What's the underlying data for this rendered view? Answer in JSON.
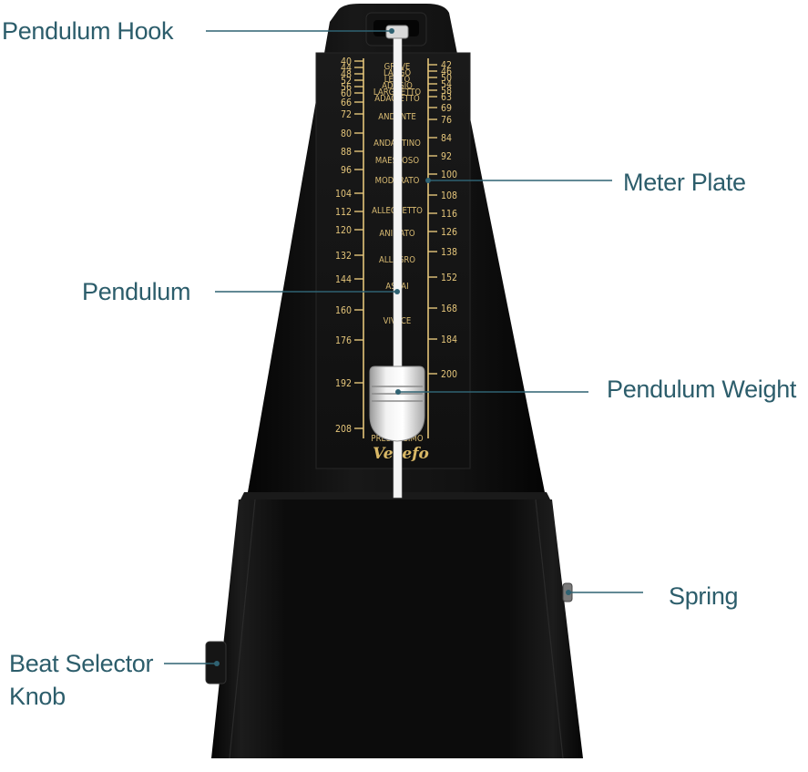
{
  "callouts": {
    "pendulum_hook": "Pendulum Hook",
    "meter_plate": "Meter Plate",
    "pendulum": "Pendulum",
    "pendulum_weight": "Pendulum Weight",
    "spring": "Spring",
    "beat_selector_knob_line1": "Beat Selector",
    "beat_selector_knob_line2": "Knob"
  },
  "brand": "Vevefo",
  "scale_left": [
    "40",
    "44",
    "48",
    "52",
    "56",
    "60",
    "66",
    "72",
    "80",
    "88",
    "96",
    "104",
    "112",
    "120",
    "132",
    "144",
    "160",
    "176",
    "192",
    "208"
  ],
  "scale_right": [
    "42",
    "46",
    "50",
    "54",
    "58",
    "63",
    "69",
    "76",
    "84",
    "92",
    "100",
    "108",
    "116",
    "126",
    "138",
    "152",
    "168",
    "184",
    "200"
  ],
  "tempo_marks": [
    "GRAVE",
    "LARGO",
    "LENTO",
    "ADAGIO",
    "LARGHETTO",
    "ADAGIETTO",
    "ANDANTE",
    "ANDANTINO",
    "MAESTOSO",
    "MODERATO",
    "ALLEGRETTO",
    "ANIMATO",
    "ALLEGRO",
    "ASSAI",
    "VIVACE",
    "PRESTISSIMO"
  ],
  "colors": {
    "callout_text": "#2c5d6b",
    "leader_line": "#2f6272",
    "body": "#0a0a0a",
    "scale_gold": "#e4c57a",
    "pendulum_rod": "#ffffff"
  }
}
